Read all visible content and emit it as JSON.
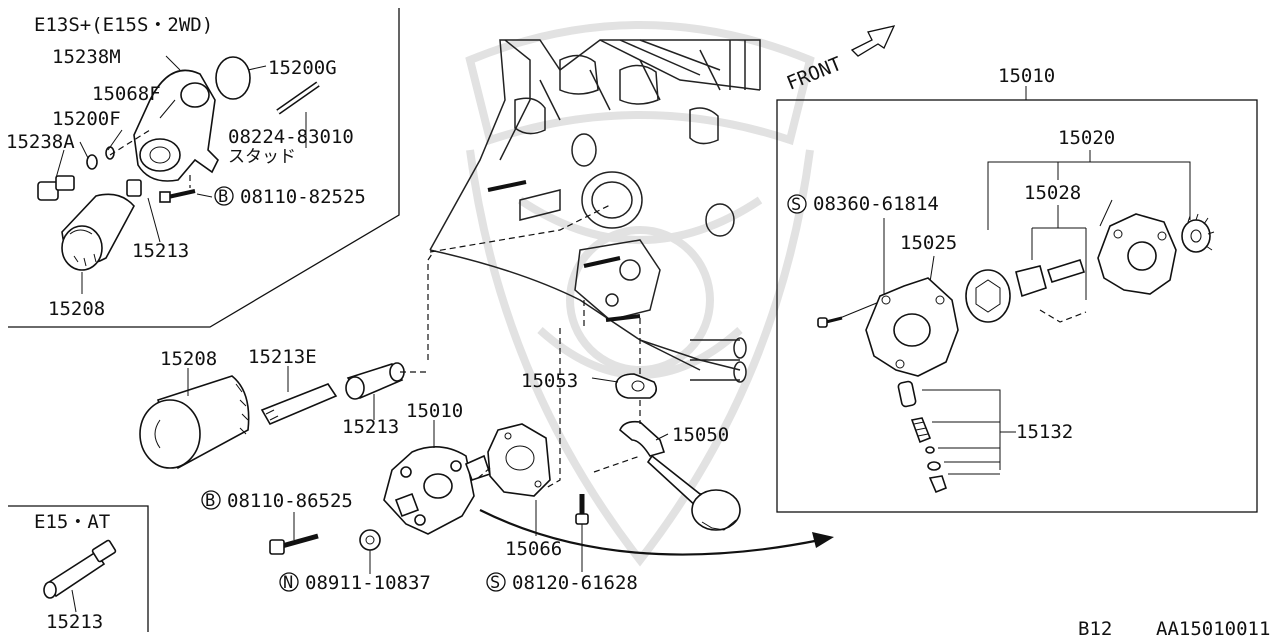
{
  "variants": {
    "top_left": "E13S+(E15S・2WD)",
    "bottom_left": "E15・AT"
  },
  "front_label": "FRONT",
  "callouts": {
    "c_15238M": "15238M",
    "c_15200G": "15200G",
    "c_15068F": "15068F",
    "c_15200F": "15200F",
    "c_15238A": "15238A",
    "c_08224": "08224-83010",
    "c_stud": "スタッド",
    "c_08110a": "08110-82525",
    "c_15213a": "15213",
    "c_15208a": "15208",
    "c_15208b": "15208",
    "c_15213E": "15213E",
    "c_15213b": "15213",
    "c_15010a": "15010",
    "c_15053": "15053",
    "c_15050": "15050",
    "c_08110b": "08110-86525",
    "c_15066": "15066",
    "c_08911": "08911-10837",
    "c_08120": "08120-61628",
    "c_15213c": "15213",
    "c_15010b": "15010",
    "c_15020": "15020",
    "c_15028": "15028",
    "c_08360": "08360-61814",
    "c_15025": "15025",
    "c_15132": "15132"
  },
  "prefix_marks": {
    "b1": "B",
    "b2": "B",
    "n1": "N",
    "s1": "S",
    "s2": "S"
  },
  "footer": {
    "group": "B12",
    "ref": "AA15010011"
  }
}
